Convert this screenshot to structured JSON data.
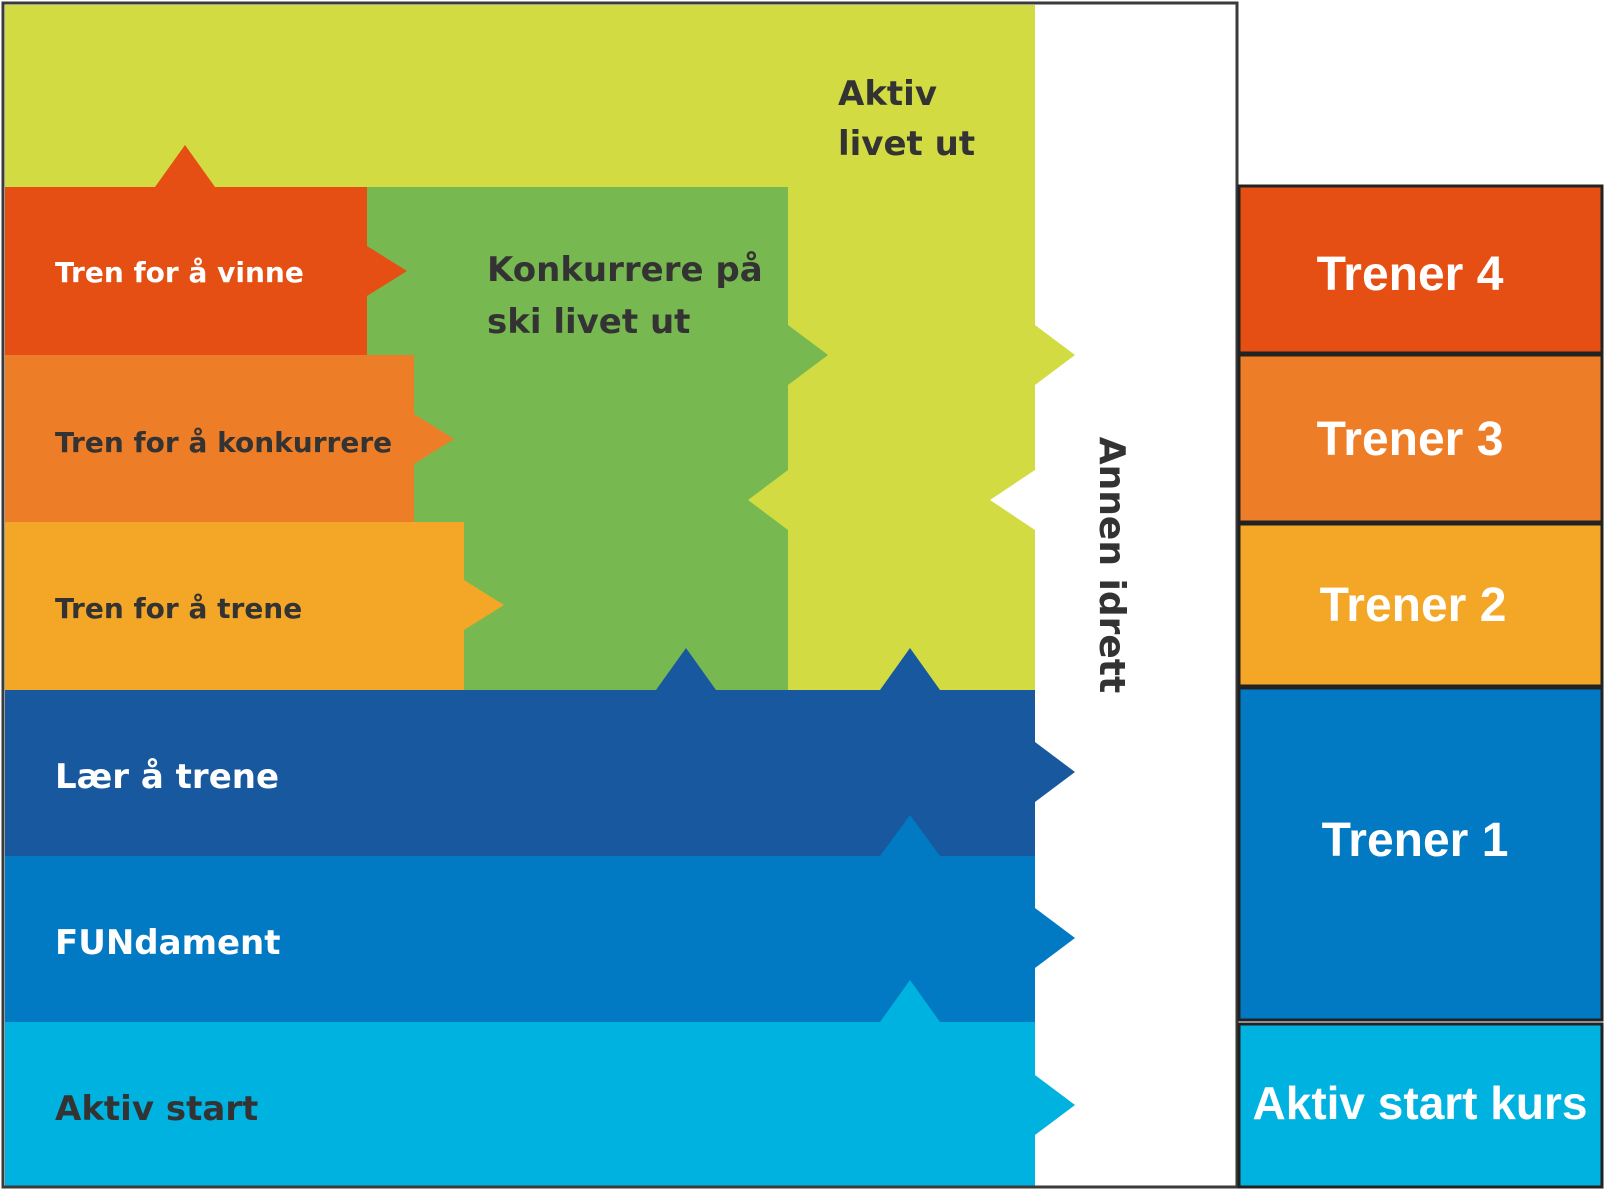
{
  "diagram": {
    "stages": {
      "aktiv_livet_ut": {
        "line1": "Aktiv",
        "line2": "livet ut",
        "color": "#D2DB41"
      },
      "konkurrere": {
        "line1": "Konkurrere på",
        "line2": "ski livet ut",
        "color": "#78B850"
      },
      "tren_for_a_vinne": {
        "label": "Tren for å vinne",
        "color": "#E64F13"
      },
      "tren_for_a_konkurrere": {
        "label": "Tren for å konkurrere",
        "color": "#EE7D28"
      },
      "tren_for_a_trene": {
        "label": "Tren for å trene",
        "color": "#F4A727"
      },
      "laer_a_trene": {
        "label": "Lær å trene",
        "color": "#18589E"
      },
      "fundament": {
        "label": "FUNdament",
        "color": "#0179C3"
      },
      "aktiv_start": {
        "label": "Aktiv start",
        "color": "#00B2E0"
      }
    },
    "other_sport": {
      "label": "Annen idrett",
      "color": "#FFFFFF"
    },
    "coach_levels": [
      {
        "label": "Trener 4",
        "color": "#E64F13"
      },
      {
        "label": "Trener 3",
        "color": "#EE7D28"
      },
      {
        "label": "Trener 2",
        "color": "#F4A727"
      },
      {
        "label": "Trener 1",
        "color": "#0179C3"
      },
      {
        "label": "Aktiv start kurs",
        "color": "#00B2E0"
      }
    ],
    "text_dark": "#333333",
    "text_light": "#FFFFFF"
  }
}
